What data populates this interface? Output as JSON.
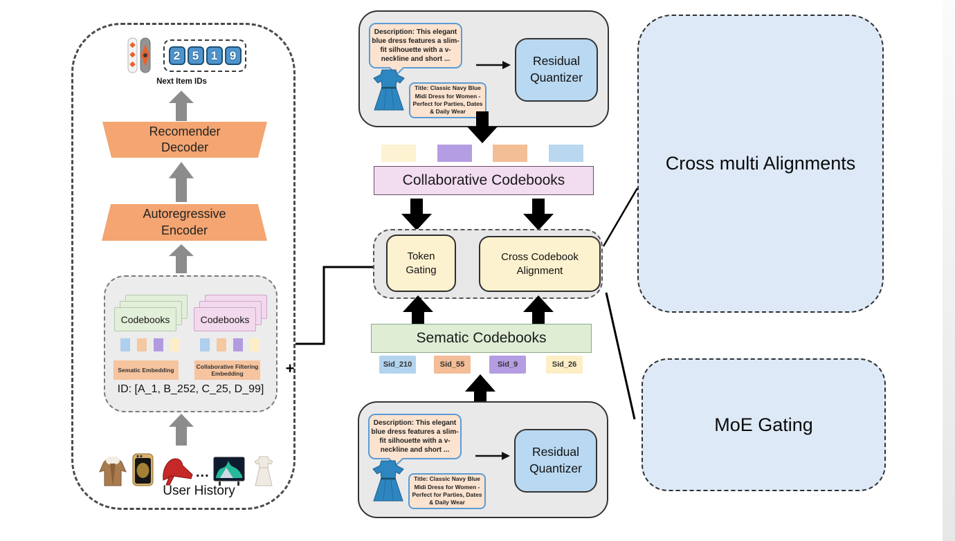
{
  "palette": {
    "orange_block": "#f4a571",
    "gray_panel": "#e9e9e9",
    "cream_gate_box": "#fdf2cf",
    "pink_bar": "#f2dcf0",
    "green_bar": "#dfedd5",
    "quantizer_blue": "#b9d8f1",
    "right_panel_blue": "#dde9f6",
    "token_blue": "#b3d4ee",
    "token_orange": "#f2bd97",
    "token_purple": "#b49de2",
    "token_cream": "#fdeec6",
    "bubble_fill": "#fbe3cf",
    "bubble_border": "#5b9bd5",
    "digit_blue": "#4f94cc",
    "arrow_gray": "#8c8c8c",
    "arrow_black": "#000000"
  },
  "left_panel": {
    "predicted_ids": [
      "2",
      "5",
      "1",
      "9"
    ],
    "next_item_ids_label": "Next Item IDs",
    "decoder_label": "Recomender\nDecoder",
    "encoder_label": "Autoregressive\nEncoder",
    "codebooks_semantic_label": "Codebooks",
    "codebooks_collaborative_label": "Codebooks",
    "semantic_embedding_label": "Sematic Embedding",
    "plus_sign": "+",
    "collaborative_filtering_label": "Collaborative Filtering\nEmbedding",
    "id_sequence": "ID: [A_1, B_252, C_25, D_99]",
    "history_ellipsis": "...",
    "user_history_label": "User History"
  },
  "tokenizer_top": {
    "description": "Description: This elegant blue dress features a slim-fit silhouette with a v-neckline and short ...",
    "title": "Title: Classic Navy Blue Midi Dress for Women - Perfect for Parties, Dates & Daily Wear",
    "quantizer_label": "Residual\nQuantizer"
  },
  "tokenizer_bottom": {
    "description": "Description: This elegant blue dress features a slim-fit silhouette with a v-neckline and short ...",
    "title": "Title: Classic Navy Blue Midi Dress for Women - Perfect for Parties, Dates & Daily Wear",
    "quantizer_label": "Residual\nQuantizer"
  },
  "middle": {
    "collaborative_codebooks_label": "Collaborative Codebooks",
    "semantic_codebooks_label": "Sematic Codebooks",
    "token_gating_label": "Token\nGating",
    "cross_codebook_alignment_label": "Cross Codebook\nAlignment",
    "sid_tokens": [
      "Sid_210",
      "Sid_55",
      "Sid_9",
      "Sid_26"
    ]
  },
  "right_panel": {
    "cross_multi_alignments_label": "Cross multi Alignments",
    "moe_gating_label": "MoE Gating"
  }
}
